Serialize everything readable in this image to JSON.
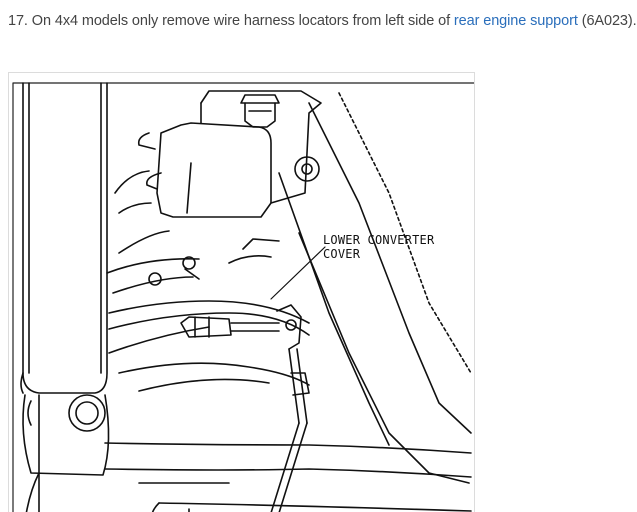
{
  "step": {
    "text_before": "17. On 4x4 models only remove wire harness locators from left side of ",
    "link_text": "rear engine support",
    "text_after": " (6A023)."
  },
  "figure": {
    "callout_line1": "LOWER CONVERTER",
    "callout_line2": "COVER"
  }
}
